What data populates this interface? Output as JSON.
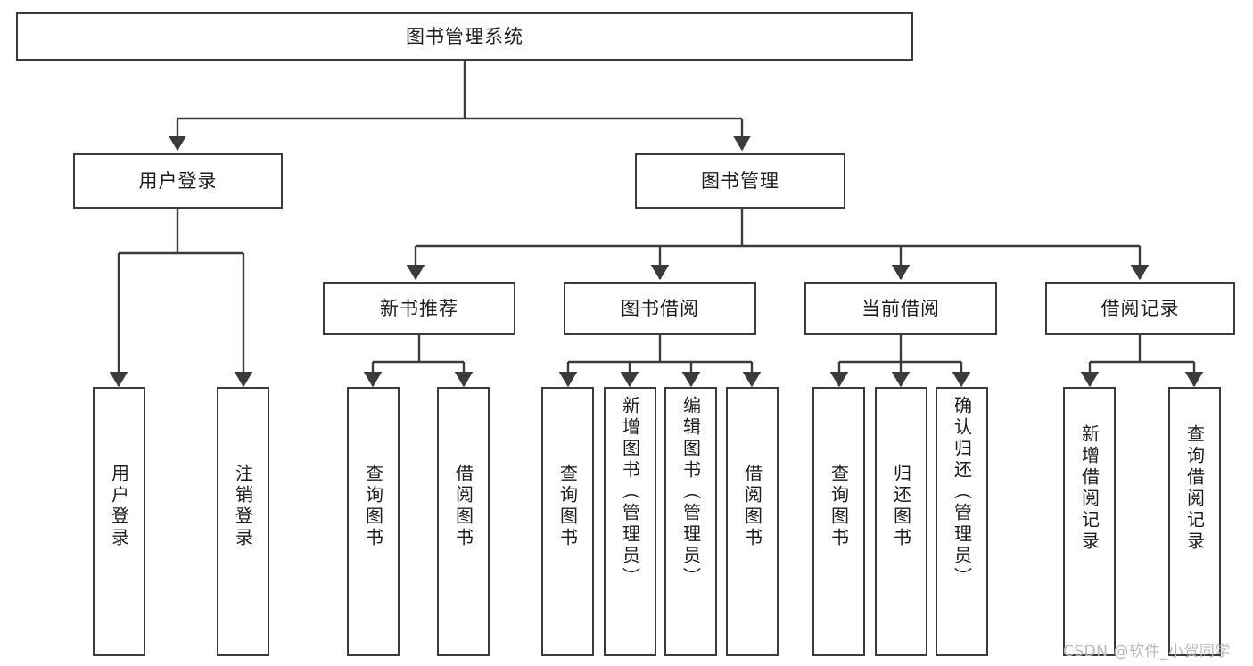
{
  "diagram": {
    "title": "图书管理系统",
    "type": "tree-hierarchy",
    "root": {
      "label": "图书管理系统"
    },
    "level2": [
      {
        "label": "用户登录"
      },
      {
        "label": "图书管理"
      }
    ],
    "level3": [
      {
        "label": "新书推荐"
      },
      {
        "label": "图书借阅"
      },
      {
        "label": "当前借阅"
      },
      {
        "label": "借阅记录"
      }
    ],
    "leaves": {
      "user_login": [
        {
          "label": "用户登录"
        },
        {
          "label": "注销登录"
        }
      ],
      "new_book_recommend": [
        {
          "label": "查询图书"
        },
        {
          "label": "借阅图书"
        }
      ],
      "book_borrow": [
        {
          "label": "查询图书"
        },
        {
          "label": "新增图书（管理员）"
        },
        {
          "label": "编辑图书（管理员）"
        },
        {
          "label": "借阅图书"
        }
      ],
      "current_borrow": [
        {
          "label": "查询图书"
        },
        {
          "label": "归还图书"
        },
        {
          "label": "确认归还（管理员）"
        }
      ],
      "borrow_record": [
        {
          "label": "新增借阅记录"
        },
        {
          "label": "查询借阅记录"
        }
      ]
    }
  },
  "watermark": {
    "text": "CSDN @软件_小贺同学"
  },
  "colors": {
    "stroke": "#3b3b3b",
    "fill": "#ffffff",
    "text": "#1d1d1d",
    "watermark": "#b9b9b9"
  }
}
